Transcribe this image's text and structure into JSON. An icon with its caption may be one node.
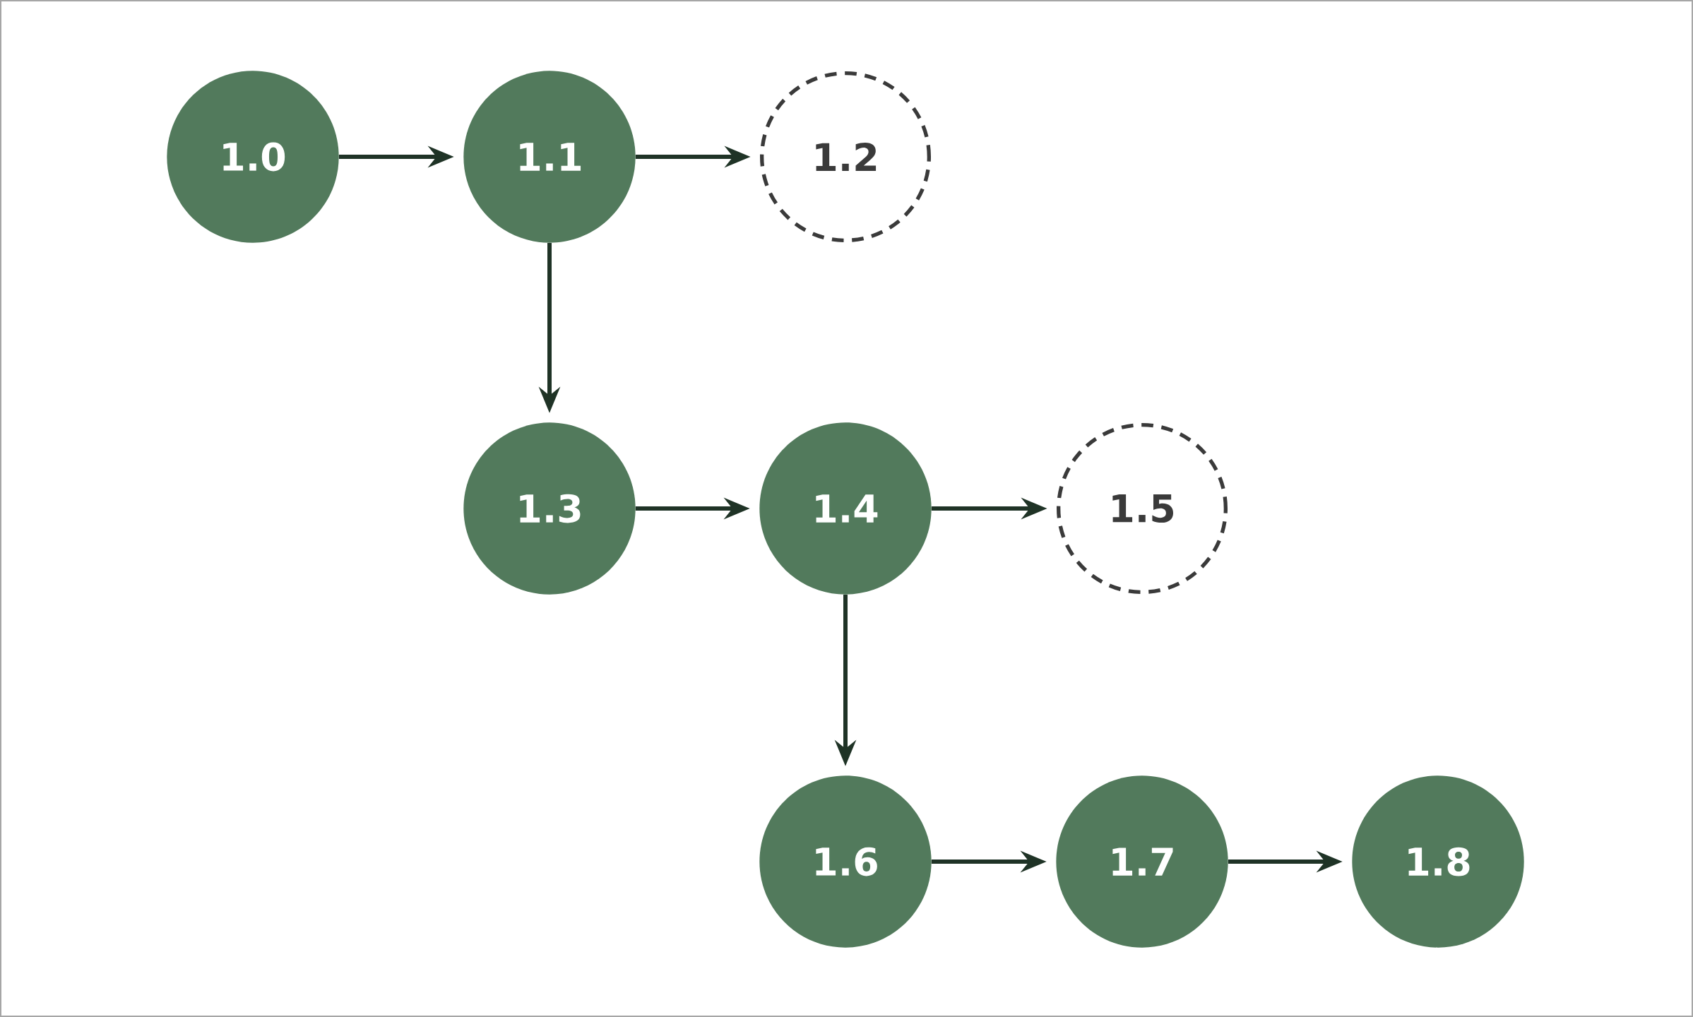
{
  "diagram": {
    "nodes": [
      {
        "text": [
          "1.0"
        ]
      },
      {
        "text": [
          "1.1"
        ]
      },
      {
        "text": [
          "1.2"
        ]
      },
      {
        "text": [
          "1.3"
        ]
      },
      {
        "text": [
          "1.4"
        ]
      },
      {
        "text": [
          "1.5"
        ]
      },
      {
        "text": [
          "1.6"
        ]
      },
      {
        "text": [
          "1.7"
        ]
      },
      {
        "text": [
          "1.8"
        ]
      }
    ],
    "edges": [
      {
        "from": 0,
        "to": 1,
        "arrow": "to"
      },
      {
        "from": 1,
        "to": 2,
        "arrow": "to"
      },
      {
        "from": 1,
        "to": 3,
        "arrow": "to"
      },
      {
        "from": 3,
        "to": 4,
        "arrow": "to"
      },
      {
        "from": 4,
        "to": 5,
        "arrow": "to"
      },
      {
        "from": 4,
        "to": 6,
        "arrow": "to"
      },
      {
        "from": 6,
        "to": 7,
        "arrow": "to"
      },
      {
        "from": 7,
        "to": 8,
        "arrow": "to"
      }
    ]
  }
}
